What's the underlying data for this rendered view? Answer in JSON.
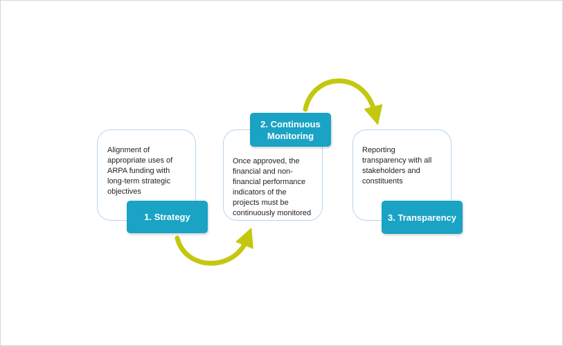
{
  "colors": {
    "label_fill": "#1aa3c4",
    "card_border": "#b9d3ea",
    "arrow": "#c3c80f"
  },
  "steps": [
    {
      "label": "1. Strategy",
      "description": "Alignment of\nappropriate uses of\nARPA funding with\nlong-term strategic\nobjectives"
    },
    {
      "label": "2. Continuous\nMonitoring",
      "description": "Once approved, the\nfinancial and non-\nfinancial performance\nindicators of the\nprojects must be\ncontinuously monitored"
    },
    {
      "label": "3. Transparency",
      "description": "Reporting\ntransparency with all\nstakeholders and\nconstituents"
    }
  ],
  "arrows": [
    {
      "from": "1. Strategy",
      "to": "2. Continuous\nMonitoring",
      "icon": "curved-arrow-icon"
    },
    {
      "from": "2. Continuous\nMonitoring",
      "to": "3. Transparency",
      "icon": "curved-arrow-icon"
    }
  ]
}
